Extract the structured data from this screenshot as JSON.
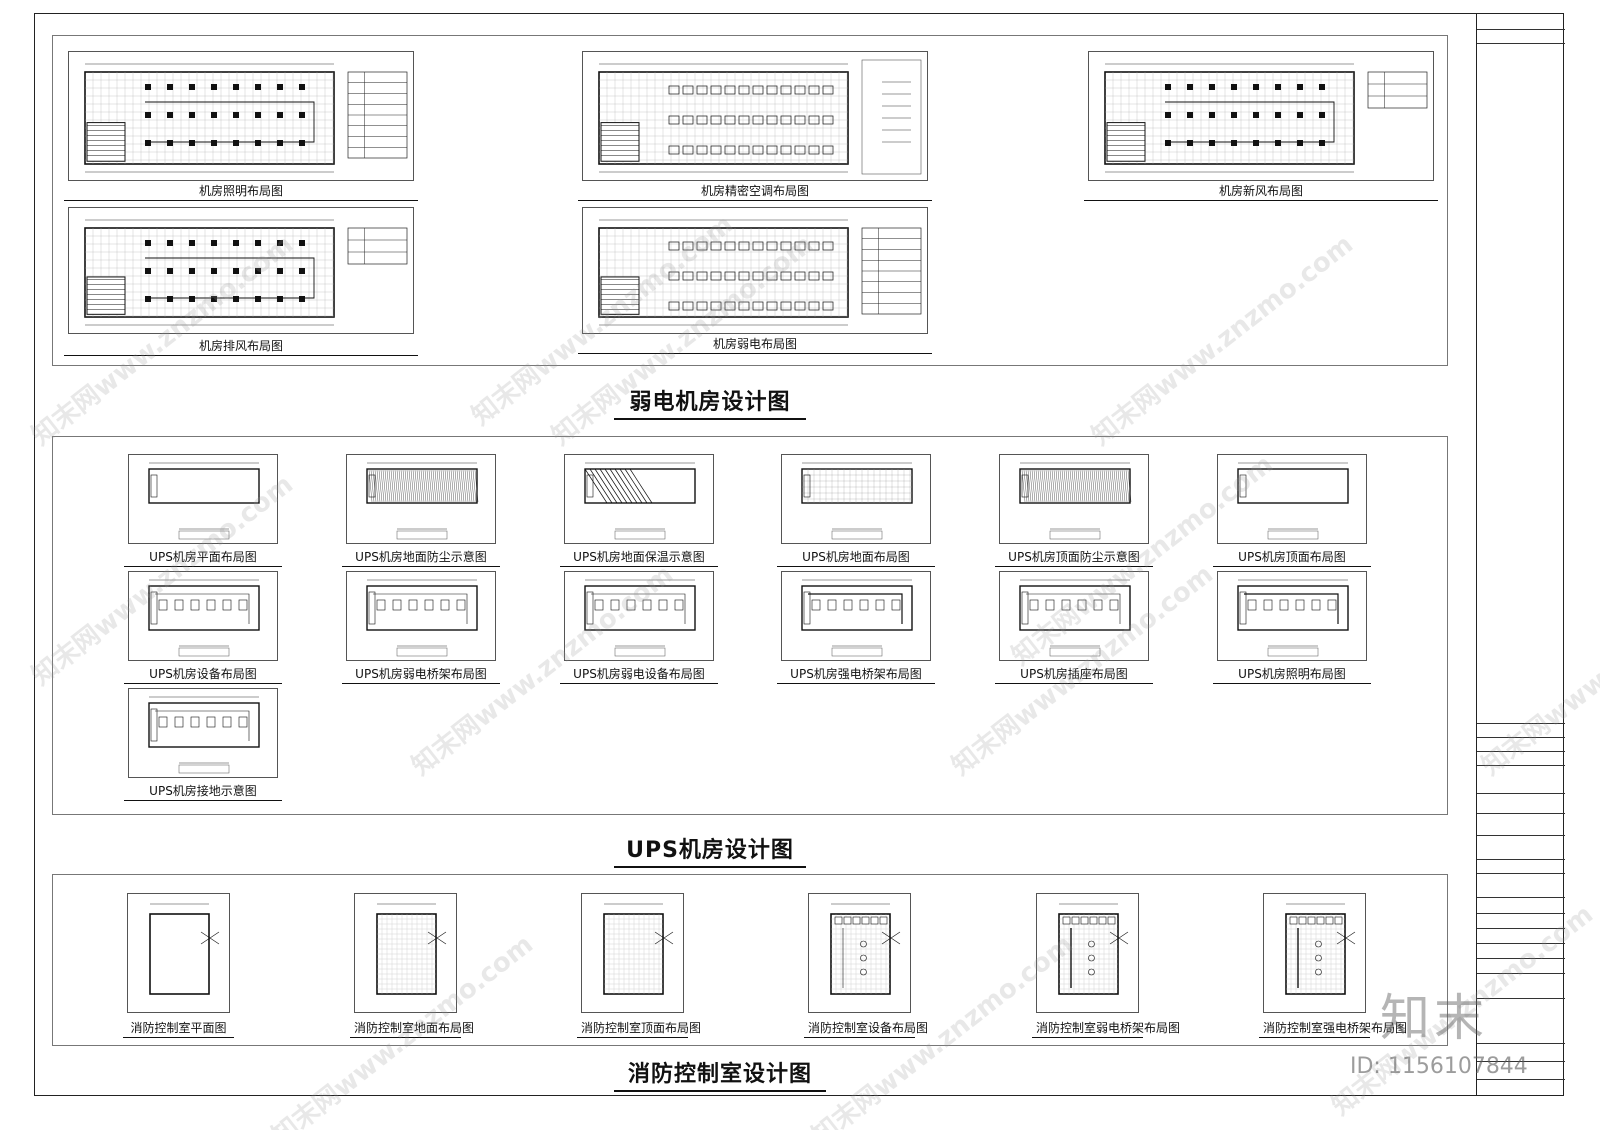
{
  "sections": [
    {
      "title": "弱电机房设计图",
      "sheets": [
        {
          "caption": "机房照明布局图",
          "variant": "lighting"
        },
        {
          "caption": "机房精密空调布局图",
          "variant": "aircon"
        },
        {
          "caption": "机房新风布局图",
          "variant": "freshair"
        },
        {
          "caption": "机房排风布局图",
          "variant": "exhaust"
        },
        {
          "caption": "机房弱电布局图",
          "variant": "weak"
        }
      ]
    },
    {
      "title": "UPS机房设计图",
      "sheets": [
        {
          "caption": "UPS机房平面布局图",
          "variant": "ups-plan"
        },
        {
          "caption": "UPS机房地面防尘示意图",
          "variant": "ups-dust"
        },
        {
          "caption": "UPS机房地面保温示意图",
          "variant": "ups-insul"
        },
        {
          "caption": "UPS机房地面布局图",
          "variant": "ups-grid"
        },
        {
          "caption": "UPS机房顶面防尘示意图",
          "variant": "ups-dust"
        },
        {
          "caption": "UPS机房顶面布局图",
          "variant": "ups-plan"
        },
        {
          "caption": "UPS机房设备布局图",
          "variant": "ups-equip"
        },
        {
          "caption": "UPS机房弱电桥架布局图",
          "variant": "ups-equip"
        },
        {
          "caption": "UPS机房弱电设备布局图",
          "variant": "ups-equip"
        },
        {
          "caption": "UPS机房强电桥架布局图",
          "variant": "ups-tray"
        },
        {
          "caption": "UPS机房插座布局图",
          "variant": "ups-equip"
        },
        {
          "caption": "UPS机房照明布局图",
          "variant": "ups-tray"
        },
        {
          "caption": "UPS机房接地示意图",
          "variant": "ups-equip"
        }
      ]
    },
    {
      "title": "消防控制室设计图",
      "sheets": [
        {
          "caption": "消防控制室平面图",
          "variant": "fire-plan"
        },
        {
          "caption": "消防控制室地面布局图",
          "variant": "fire-grid"
        },
        {
          "caption": "消防控制室顶面布局图",
          "variant": "fire-grid"
        },
        {
          "caption": "消防控制室设备布局图",
          "variant": "fire-equip"
        },
        {
          "caption": "消防控制室弱电桥架布局图",
          "variant": "fire-tray"
        },
        {
          "caption": "消防控制室强电桥架布局图",
          "variant": "fire-tray"
        }
      ]
    }
  ],
  "watermark": {
    "text": "知末网www.znzmo.com",
    "brand": "知末",
    "id": "ID: 1156107844"
  }
}
